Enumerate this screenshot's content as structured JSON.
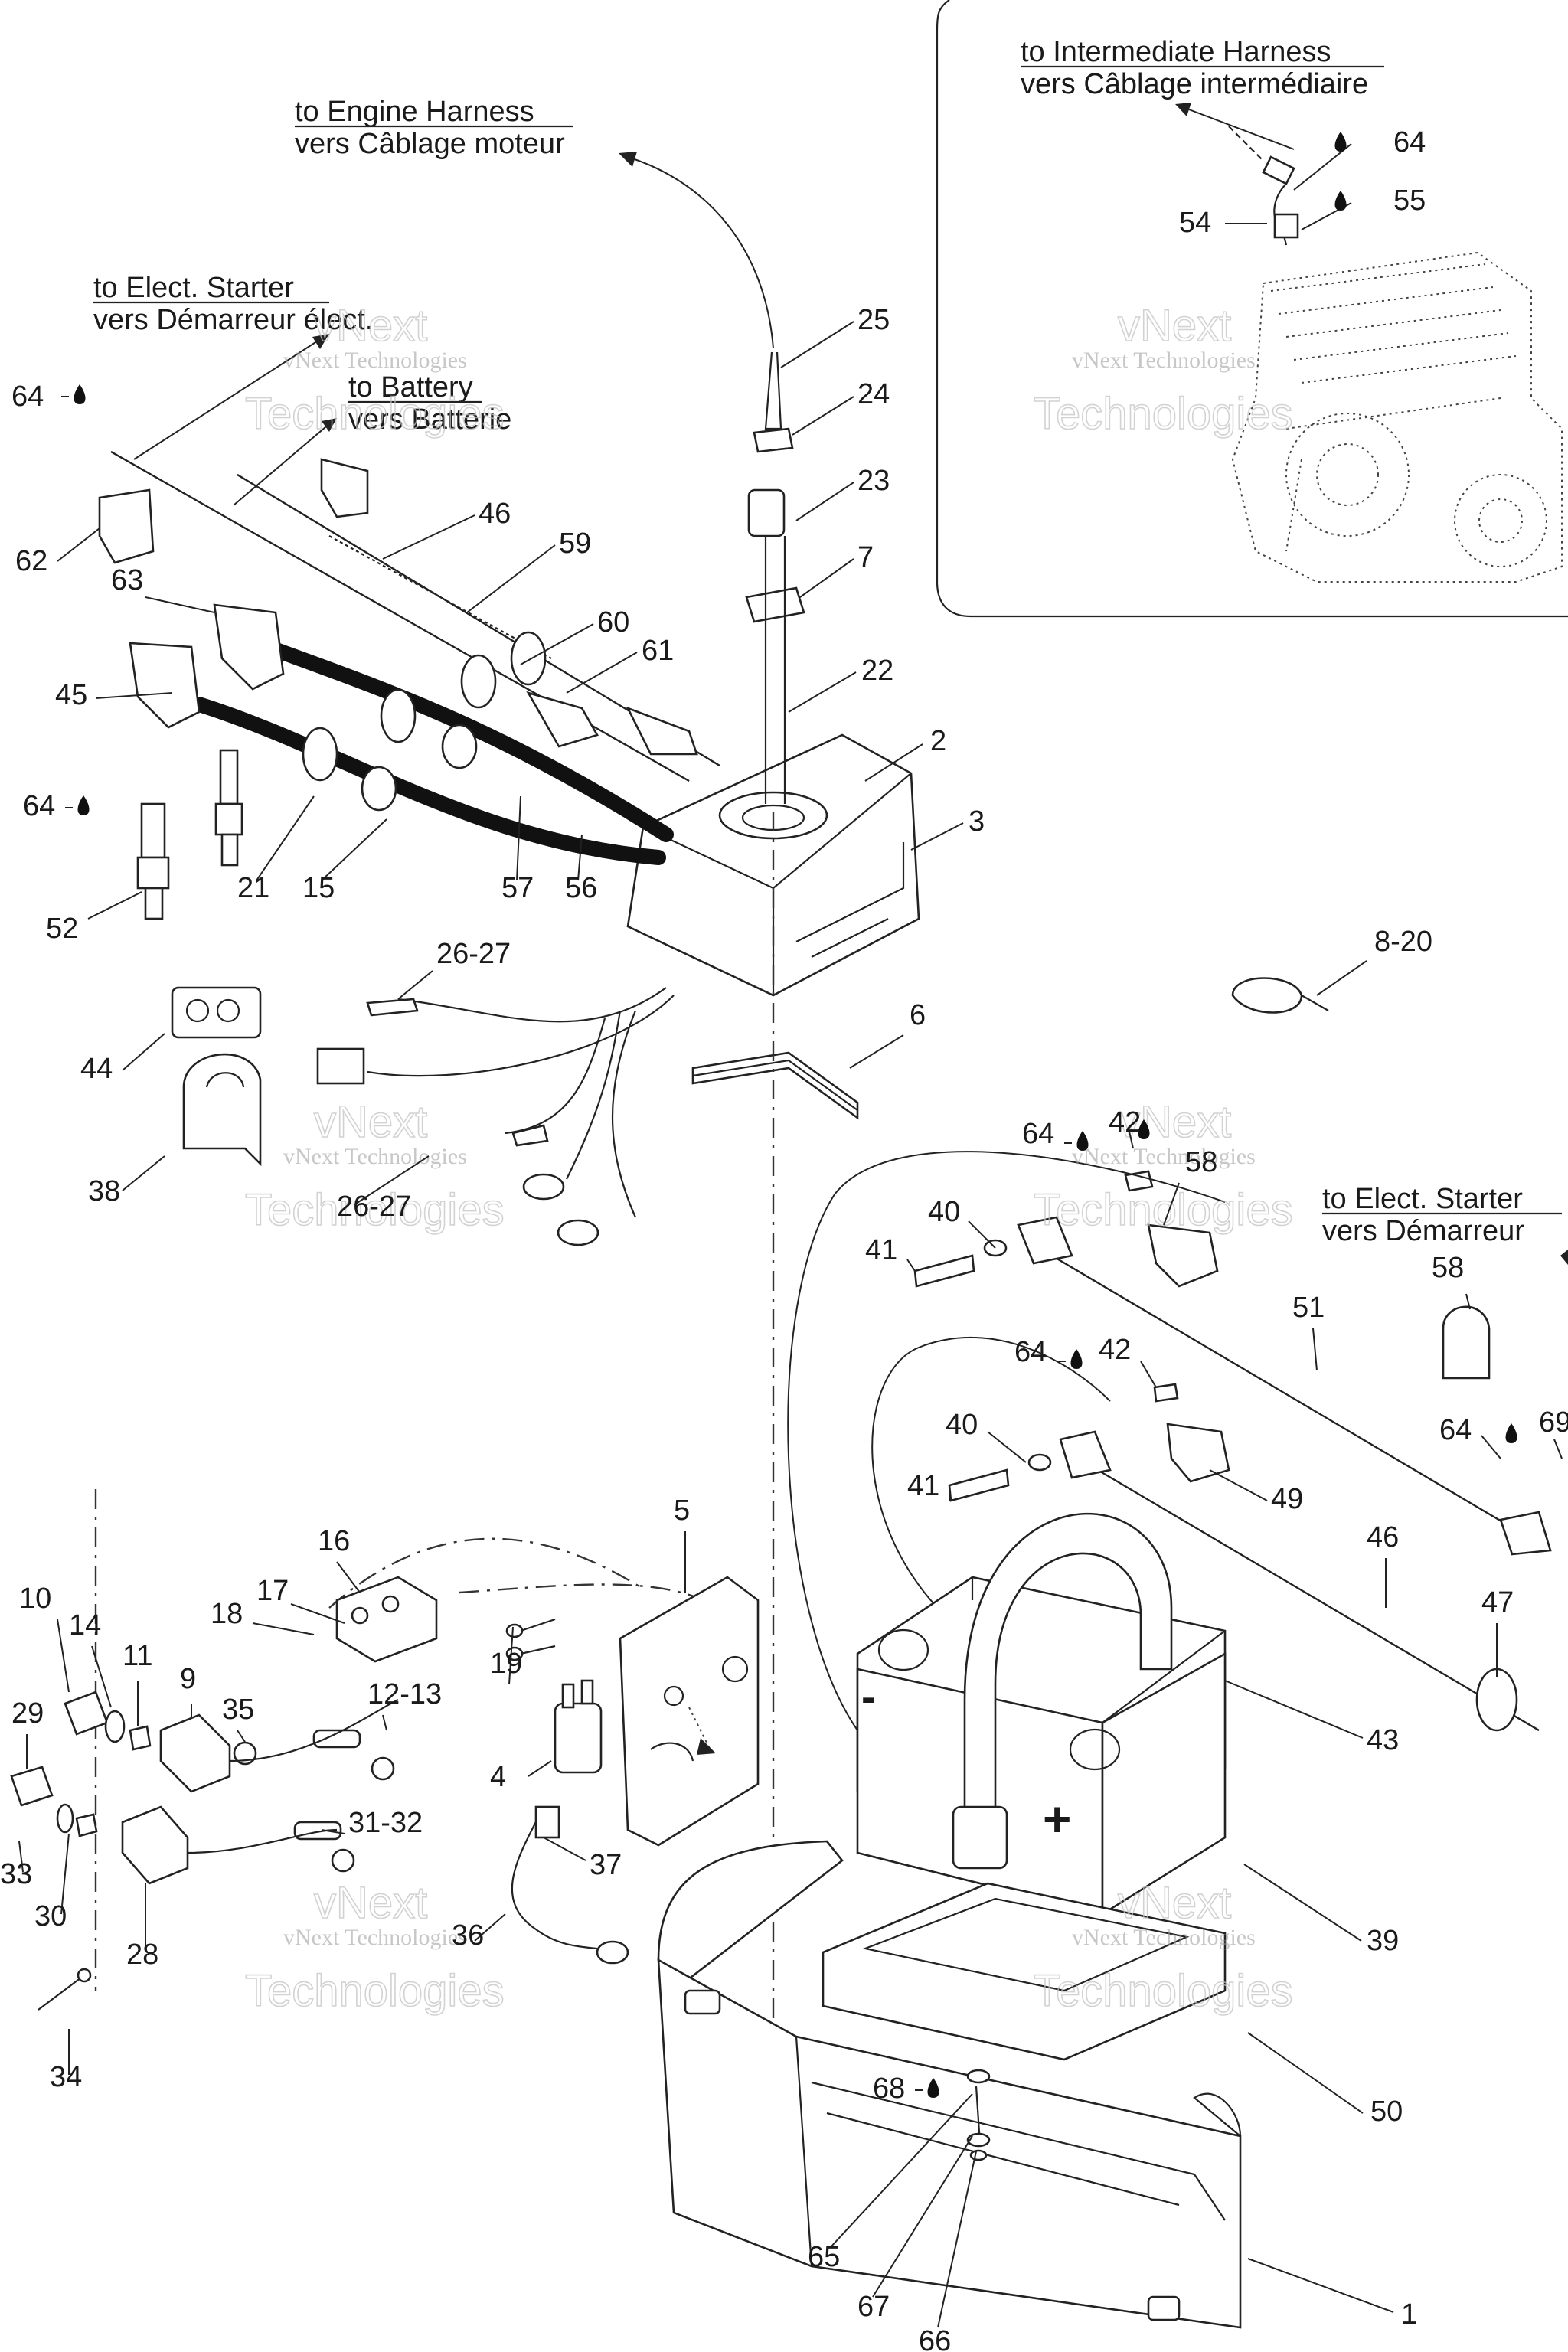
{
  "headers": [
    {
      "id": "intermediate",
      "en": "to Intermediate Harness",
      "fr": "vers Câblage intermédiaire"
    },
    {
      "id": "engine",
      "en": "to Engine Harness",
      "fr": "vers Câblage moteur"
    },
    {
      "id": "starter_top",
      "en": "to Elect. Starter",
      "fr": "vers Démarreur élect."
    },
    {
      "id": "battery",
      "en": "to Battery",
      "fr": "vers Batterie"
    },
    {
      "id": "starter_right",
      "en": "to Elect. Starter",
      "fr": "vers Démarreur"
    }
  ],
  "watermark": {
    "line1": "vNext Technologies",
    "line2": "vNext",
    "line3": "Technologies"
  },
  "polarity": {
    "negative": "-",
    "positive": "+"
  },
  "callouts": [
    "64",
    "55",
    "54",
    "25",
    "24",
    "23",
    "7",
    "22",
    "2",
    "3",
    "64",
    "62",
    "46",
    "59",
    "63",
    "60",
    "61",
    "45",
    "64",
    "52",
    "21",
    "15",
    "57",
    "56",
    "26-27",
    "44",
    "38",
    "26-27",
    "6",
    "8-20",
    "64",
    "42",
    "58",
    "40",
    "41",
    "51",
    "64",
    "42",
    "58",
    "40",
    "41",
    "49",
    "64",
    "69",
    "46",
    "47",
    "43",
    "5",
    "16",
    "17",
    "18",
    "10",
    "14",
    "11",
    "9",
    "35",
    "19",
    "12-13",
    "29",
    "4",
    "31-32",
    "33",
    "30",
    "28",
    "37",
    "36",
    "34",
    "39",
    "50",
    "68",
    "65",
    "67",
    "66",
    "1"
  ]
}
